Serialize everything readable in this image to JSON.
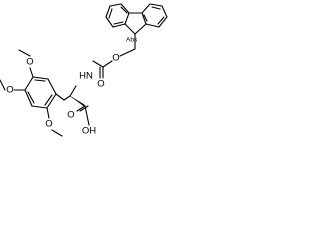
{
  "labels": {
    "abs": "Abs",
    "ome_top_left": "O",
    "ome_mid_left": "O",
    "ome_bottom_left": "O",
    "carbamate_oxygen": "O",
    "carbonyl_oxygen_carbamate": "O",
    "amide_nh": "HN",
    "carbonyl_oxygen_acid": "O",
    "acid_hydroxyl": "OH"
  },
  "colors": {
    "ink": "#000000",
    "background": "#ffffff"
  }
}
